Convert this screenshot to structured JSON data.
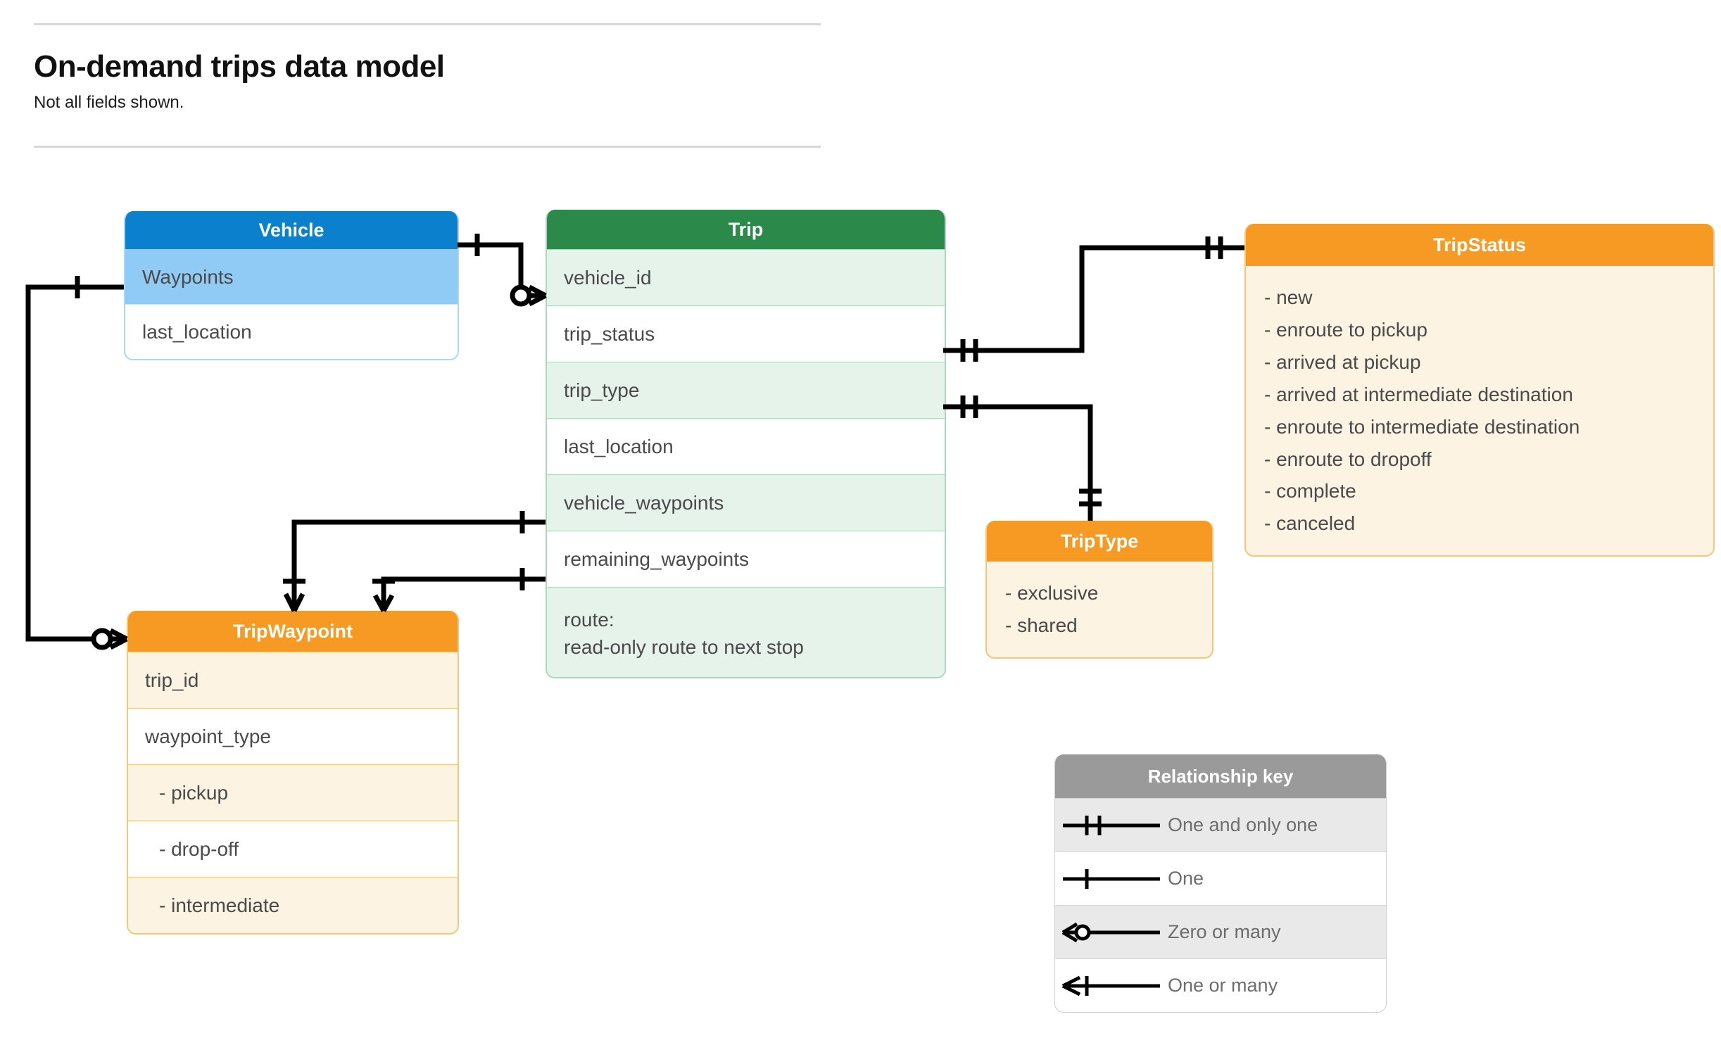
{
  "header": {
    "title": "On-demand trips data model",
    "subtitle": "Not all fields shown."
  },
  "entities": {
    "vehicle": {
      "name": "Vehicle",
      "header_color": "#0b81cd",
      "rows": [
        "Waypoints",
        "last_location"
      ]
    },
    "trip": {
      "name": "Trip",
      "header_color": "#2b8a4a",
      "rows": [
        "vehicle_id",
        "trip_status",
        "trip_type",
        "last_location",
        "vehicle_waypoints",
        "remaining_waypoints"
      ],
      "route_row": {
        "label": "route:",
        "note": "read-only route to next stop"
      }
    },
    "trip_waypoint": {
      "name": "TripWaypoint",
      "header_color": "#f79a23",
      "rows": [
        "trip_id",
        "waypoint_type"
      ],
      "enum_rows": [
        "-  pickup",
        "-  drop-off",
        "-  intermediate"
      ]
    },
    "trip_type": {
      "name": "TripType",
      "header_color": "#f79a23",
      "values": [
        "- exclusive",
        "- shared"
      ]
    },
    "trip_status": {
      "name": "TripStatus",
      "header_color": "#f79a23",
      "values": [
        "- new",
        "- enroute to pickup",
        "- arrived at pickup",
        "- arrived at intermediate destination",
        "- enroute to intermediate destination",
        "- enroute to dropoff",
        "- complete",
        "- canceled"
      ]
    }
  },
  "legend": {
    "title": "Relationship key",
    "items": [
      {
        "symbol": "one-and-only-one-icon",
        "label": "One and only one"
      },
      {
        "symbol": "one-icon",
        "label": "One"
      },
      {
        "symbol": "zero-or-many-icon",
        "label": "Zero or many"
      },
      {
        "symbol": "one-or-many-icon",
        "label": "One or many"
      }
    ]
  },
  "relationships": [
    {
      "from": "Vehicle",
      "to": "Trip.vehicle_id",
      "from_card": "One",
      "to_card": "Zero or many"
    },
    {
      "from": "Vehicle.Waypoints",
      "to": "TripWaypoint",
      "from_card": "One",
      "to_card": "Zero or many"
    },
    {
      "from": "Trip.trip_status",
      "to": "TripStatus",
      "from_card": "One and only one",
      "to_card": "One and only one"
    },
    {
      "from": "Trip.trip_type",
      "to": "TripType",
      "from_card": "One and only one",
      "to_card": "One and only one"
    },
    {
      "from": "Trip.vehicle_waypoints",
      "to": "TripWaypoint",
      "from_card": "One",
      "to_card": "One or many"
    },
    {
      "from": "Trip.remaining_waypoints",
      "to": "TripWaypoint",
      "from_card": "One",
      "to_card": "One or many"
    }
  ]
}
